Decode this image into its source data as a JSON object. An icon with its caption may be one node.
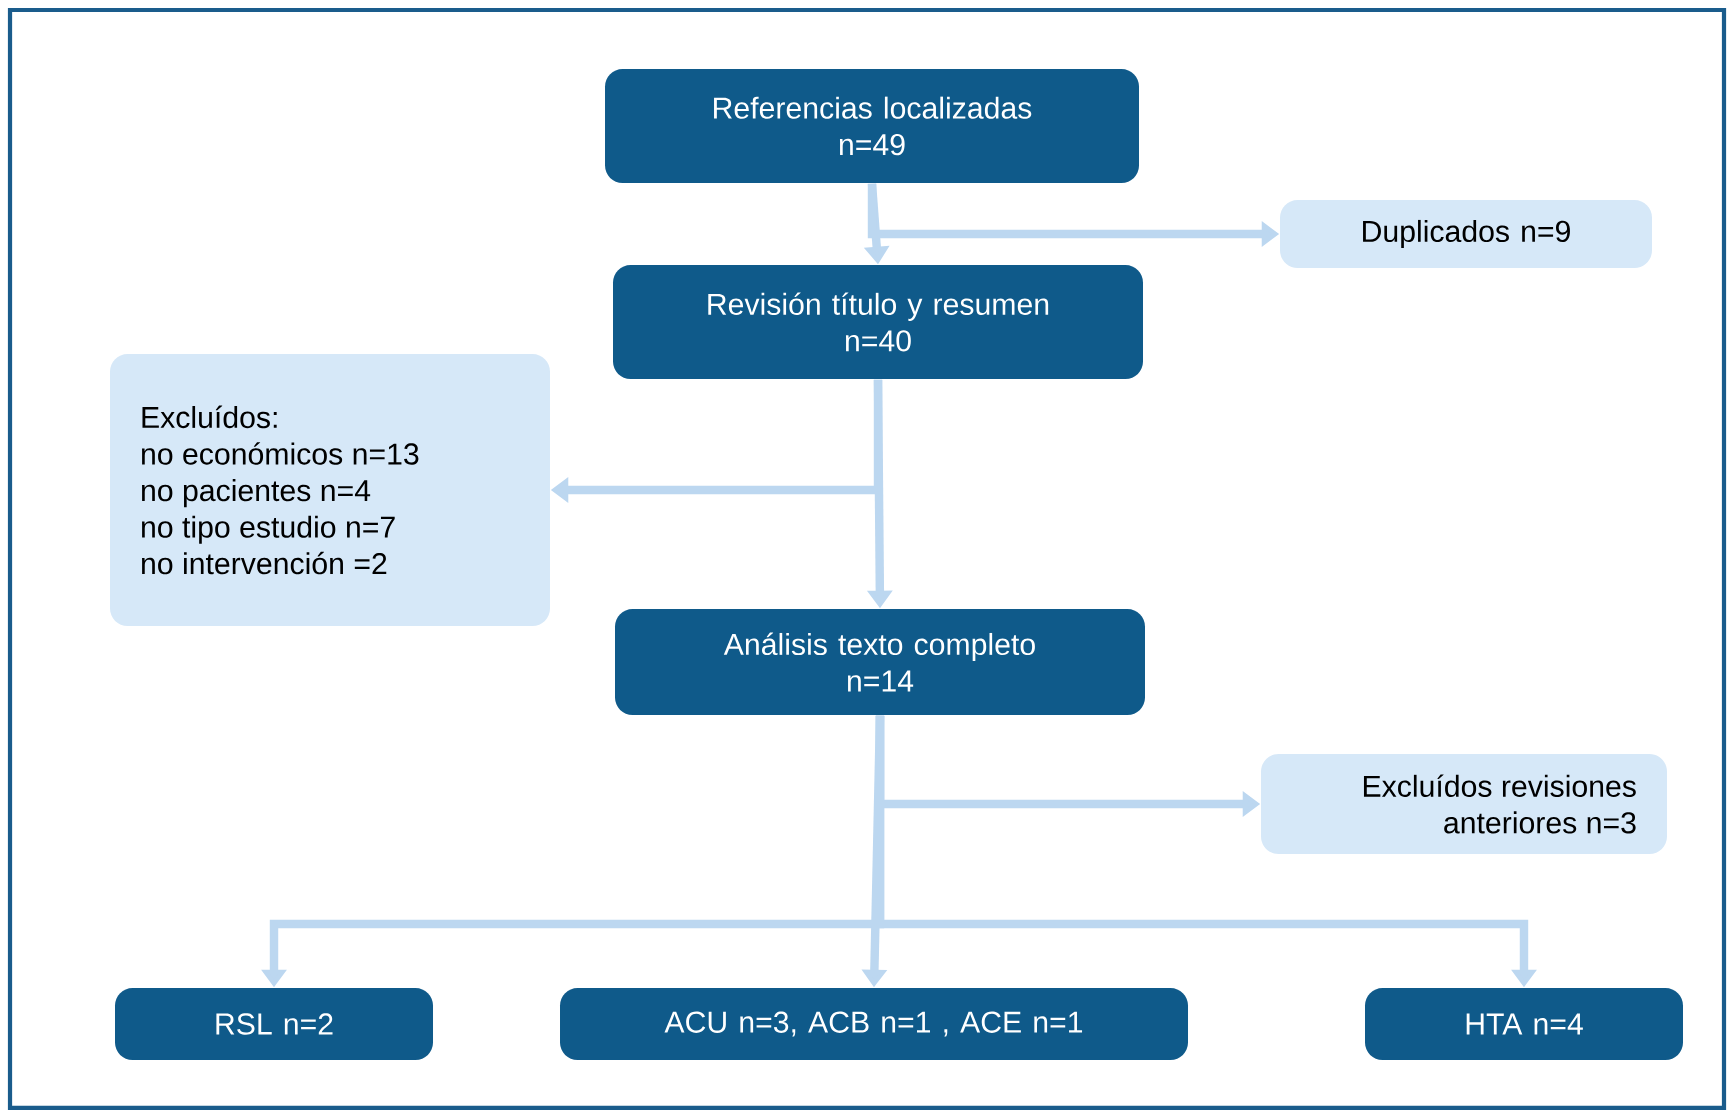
{
  "diagram": {
    "nodes": [
      {
        "text": [
          "Referencias localizadas",
          "n=49"
        ]
      },
      {
        "text": [
          "Duplicados n=9"
        ]
      },
      {
        "text": [
          "Revisión título y resumen",
          "n=40"
        ]
      },
      {
        "text": [
          "Excluídos:",
          "no económicos n=13",
          "no pacientes n=4",
          "no tipo estudio n=7",
          "no intervención =2"
        ]
      },
      {
        "text": [
          "Análisis texto completo",
          "n=14"
        ]
      },
      {
        "text": [
          "Excluídos revisiones anteriores n=3"
        ]
      },
      {
        "text": [
          "RSL n=2"
        ]
      },
      {
        "text": [
          "ACU n=3, ACB n=1 , ACE n=1"
        ]
      },
      {
        "text": [
          "HTA n=4"
        ]
      }
    ],
    "edges": [
      {
        "from": 0,
        "to": 2,
        "arrow": "to"
      },
      {
        "from": 0,
        "to": 1,
        "arrow": "to"
      },
      {
        "from": 2,
        "to": 4,
        "arrow": "to"
      },
      {
        "from": 2,
        "to": 3,
        "arrow": "to"
      },
      {
        "from": 4,
        "to": 5,
        "arrow": "to"
      },
      {
        "from": 4,
        "to": 6,
        "arrow": "to"
      },
      {
        "from": 4,
        "to": 7,
        "arrow": "to"
      },
      {
        "from": 4,
        "to": 8,
        "arrow": "to"
      }
    ]
  }
}
